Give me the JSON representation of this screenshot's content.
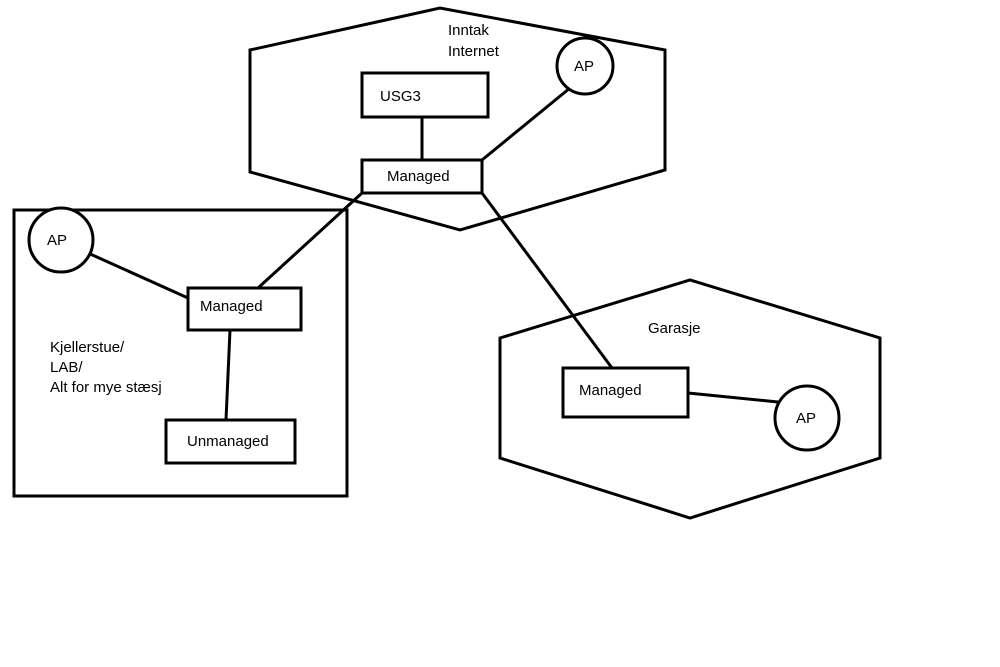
{
  "zones": {
    "internet": {
      "label_line1": "Inntak",
      "label_line2": "Internet"
    },
    "basement": {
      "label_line1": "Kjellerstue/",
      "label_line2": "LAB/",
      "label_line3": "Alt for mye stæsj"
    },
    "garage": {
      "label": "Garasje"
    }
  },
  "devices": {
    "usg": "USG3",
    "core_switch": "Managed",
    "core_ap": "AP",
    "basement_switch": "Managed",
    "basement_ap": "AP",
    "basement_unmanaged": "Unmanaged",
    "garage_switch": "Managed",
    "garage_ap": "AP"
  },
  "colors": {
    "stroke": "#000000",
    "background": "#ffffff"
  }
}
